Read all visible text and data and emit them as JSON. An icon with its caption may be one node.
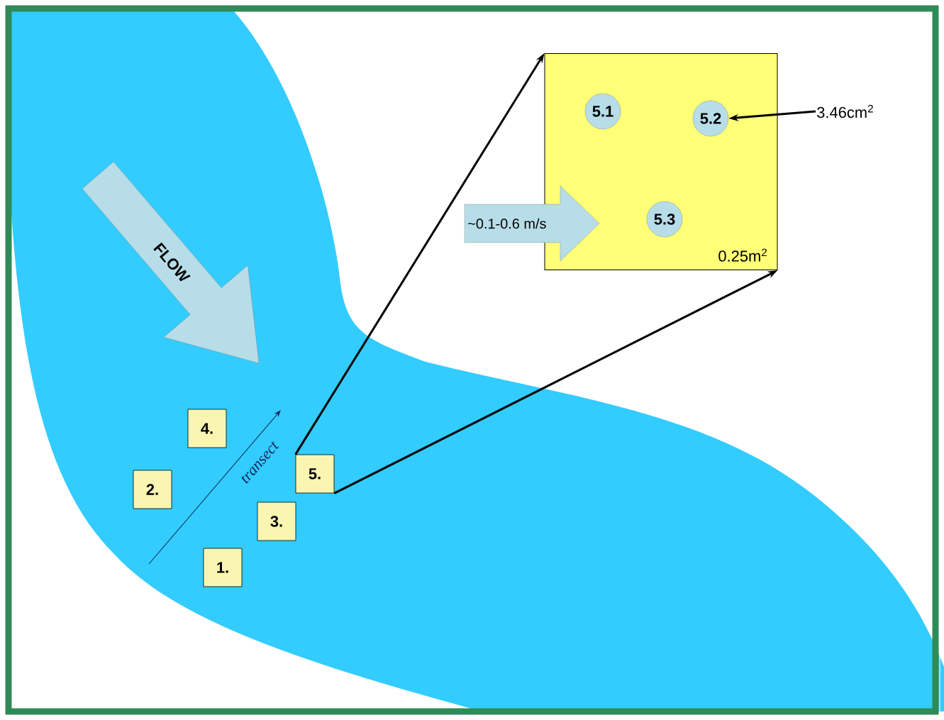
{
  "diagram": {
    "nodes": [
      {
        "text": [
          "0.25m$^{2}$"
        ]
      },
      {
        "text": [
          "5.1"
        ],
        "in": 0
      },
      {
        "text": [
          "5.2"
        ],
        "in": 0
      },
      {
        "text": [
          "5.3"
        ],
        "in": 0
      },
      {
        "text": [
          "~0.1-0.6 m/s"
        ]
      },
      {
        "text": [
          "FLOW"
        ]
      },
      {
        "text": [
          "4."
        ]
      },
      {
        "text": [
          "5."
        ]
      },
      {
        "text": [
          "2."
        ]
      },
      {
        "text": [
          "3."
        ]
      },
      {
        "text": [
          "1."
        ]
      },
      {
        "text": [
          "3.46cm$^{2}$"
        ]
      }
    ],
    "edges": [
      {
        "from": 7,
        "to": 0,
        "arrow": "to"
      },
      {
        "from": 7,
        "to": 0,
        "arrow": "to"
      },
      {
        "from": 11,
        "to": 2,
        "arrow": "to"
      }
    ],
    "labels": [
      "transect"
    ]
  }
}
